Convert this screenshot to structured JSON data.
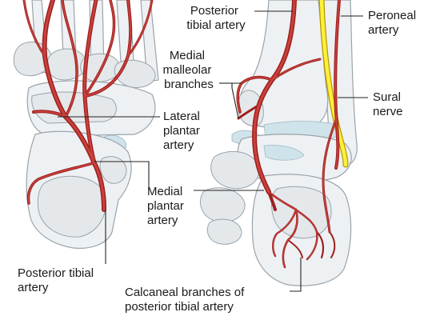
{
  "labels": {
    "posterior_tibial_artery_top": [
      "Posterior",
      "tibial artery"
    ],
    "peroneal_artery": [
      "Peroneal",
      "artery"
    ],
    "medial_malleolar_branches": [
      "Medial",
      "malleolar",
      "branches"
    ],
    "sural_nerve": [
      "Sural",
      "nerve"
    ],
    "lateral_plantar_artery": [
      "Lateral",
      "plantar",
      "artery"
    ],
    "medial_plantar_artery": [
      "Medial",
      "plantar",
      "artery"
    ],
    "posterior_tibial_artery_bottom": [
      "Posterior tibial",
      "artery"
    ],
    "calcaneal_branches": [
      "Calcaneal branches of",
      "posterior tibial artery"
    ]
  },
  "colors": {
    "artery": "#9e1f1f",
    "artery_highlight": "#c8423c",
    "nerve": "#fff03a",
    "bone": "#eef1f3",
    "cartilage": "#cfe3ea"
  }
}
